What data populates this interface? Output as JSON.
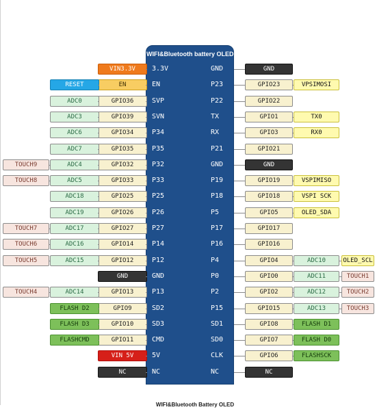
{
  "board": {
    "title": "WIFI&Bluetooth battery OLED",
    "footer": "WIFI&Bluetooth Battery OLED",
    "color": "#1f4f8b"
  },
  "rows": [
    {
      "left_pin": "3.3V",
      "right_pin": "GND",
      "left_tags": [
        {
          "text": "VIN3.3V",
          "kind": "power3"
        }
      ],
      "right_tags": [
        {
          "text": "GND",
          "kind": "dark"
        }
      ]
    },
    {
      "left_pin": "EN",
      "right_pin": "P23",
      "left_tags": [
        {
          "text": "EN",
          "kind": "en"
        },
        {
          "text": "RESET",
          "kind": "reset"
        }
      ],
      "right_tags": [
        {
          "text": "GPIO23",
          "kind": "gpio"
        },
        {
          "text": "VPSIMOSI",
          "kind": "yellow"
        }
      ]
    },
    {
      "left_pin": "SVP",
      "right_pin": "P22",
      "left_tags": [
        {
          "text": "GPIO36",
          "kind": "gpio"
        },
        {
          "text": "ADC0",
          "kind": "adc"
        }
      ],
      "right_tags": [
        {
          "text": "GPIO22",
          "kind": "gpio"
        }
      ]
    },
    {
      "left_pin": "SVN",
      "right_pin": "TX",
      "left_tags": [
        {
          "text": "GPIO39",
          "kind": "gpio"
        },
        {
          "text": "ADC3",
          "kind": "adc"
        }
      ],
      "right_tags": [
        {
          "text": "GPIO1",
          "kind": "gpio"
        },
        {
          "text": "TX0",
          "kind": "yellow"
        }
      ]
    },
    {
      "left_pin": "P34",
      "right_pin": "RX",
      "left_tags": [
        {
          "text": "GPIO34",
          "kind": "gpio"
        },
        {
          "text": "ADC6",
          "kind": "adc"
        }
      ],
      "right_tags": [
        {
          "text": "GPIO3",
          "kind": "gpio"
        },
        {
          "text": "RX0",
          "kind": "yellow"
        }
      ]
    },
    {
      "left_pin": "P35",
      "right_pin": "P21",
      "left_tags": [
        {
          "text": "GPIO35",
          "kind": "gpio"
        },
        {
          "text": "ADC7",
          "kind": "adc"
        }
      ],
      "right_tags": [
        {
          "text": "GPIO21",
          "kind": "gpio"
        }
      ]
    },
    {
      "left_pin": "P32",
      "right_pin": "GND",
      "left_tags": [
        {
          "text": "GPIO32",
          "kind": "gpio"
        },
        {
          "text": "ADC4",
          "kind": "adc"
        },
        {
          "text": "TOUCH9",
          "kind": "touch"
        }
      ],
      "right_tags": [
        {
          "text": "GND",
          "kind": "dark"
        }
      ]
    },
    {
      "left_pin": "P33",
      "right_pin": "P19",
      "left_tags": [
        {
          "text": "GPIO33",
          "kind": "gpio"
        },
        {
          "text": "ADC5",
          "kind": "adc"
        },
        {
          "text": "TOUCH8",
          "kind": "touch"
        }
      ],
      "right_tags": [
        {
          "text": "GPIO19",
          "kind": "gpio"
        },
        {
          "text": "VSPIMISO",
          "kind": "yellow"
        }
      ]
    },
    {
      "left_pin": "P25",
      "right_pin": "P18",
      "left_tags": [
        {
          "text": "GPIO25",
          "kind": "gpio"
        },
        {
          "text": "ADC18",
          "kind": "adc"
        }
      ],
      "right_tags": [
        {
          "text": "GPIO18",
          "kind": "gpio"
        },
        {
          "text": "VSPI SCK",
          "kind": "yellow"
        }
      ]
    },
    {
      "left_pin": "P26",
      "right_pin": "P5",
      "left_tags": [
        {
          "text": "GPIO26",
          "kind": "gpio"
        },
        {
          "text": "ADC19",
          "kind": "adc"
        }
      ],
      "right_tags": [
        {
          "text": "GPIO5",
          "kind": "gpio"
        },
        {
          "text": "OLED_SDA",
          "kind": "yellow"
        }
      ]
    },
    {
      "left_pin": "P27",
      "right_pin": "P17",
      "left_tags": [
        {
          "text": "GPIO27",
          "kind": "gpio"
        },
        {
          "text": "ADC17",
          "kind": "adc"
        },
        {
          "text": "TOUCH7",
          "kind": "touch"
        }
      ],
      "right_tags": [
        {
          "text": "GPIO17",
          "kind": "gpio"
        }
      ]
    },
    {
      "left_pin": "P14",
      "right_pin": "P16",
      "left_tags": [
        {
          "text": "GPIO14",
          "kind": "gpio"
        },
        {
          "text": "ADC16",
          "kind": "adc"
        },
        {
          "text": "TOUCH6",
          "kind": "touch"
        }
      ],
      "right_tags": [
        {
          "text": "GPIO16",
          "kind": "gpio"
        }
      ]
    },
    {
      "left_pin": "P12",
      "right_pin": "P4",
      "left_tags": [
        {
          "text": "GPIO12",
          "kind": "gpio"
        },
        {
          "text": "ADC15",
          "kind": "adc"
        },
        {
          "text": "TOUCH5",
          "kind": "touch"
        }
      ],
      "right_tags": [
        {
          "text": "GPIO4",
          "kind": "gpio"
        },
        {
          "text": "ADC10",
          "kind": "adc"
        },
        {
          "text": "OLED_SCL",
          "kind": "yellow"
        }
      ]
    },
    {
      "left_pin": "GND",
      "right_pin": "P0",
      "left_tags": [
        {
          "text": "GND",
          "kind": "dark"
        }
      ],
      "right_tags": [
        {
          "text": "GPIO0",
          "kind": "gpio"
        },
        {
          "text": "ADC11",
          "kind": "adc"
        },
        {
          "text": "TOUCH1",
          "kind": "touch"
        }
      ]
    },
    {
      "left_pin": "P13",
      "right_pin": "P2",
      "left_tags": [
        {
          "text": "GPIO13",
          "kind": "gpio"
        },
        {
          "text": "ADC14",
          "kind": "adc"
        },
        {
          "text": "TOUCH4",
          "kind": "touch"
        }
      ],
      "right_tags": [
        {
          "text": "GPIO2",
          "kind": "gpio"
        },
        {
          "text": "ADC12",
          "kind": "adc"
        },
        {
          "text": "TOUCH2",
          "kind": "touch"
        }
      ]
    },
    {
      "left_pin": "SD2",
      "right_pin": "P15",
      "left_tags": [
        {
          "text": "GPIO9",
          "kind": "gpio"
        },
        {
          "text": "FLASH D2",
          "kind": "flash"
        }
      ],
      "right_tags": [
        {
          "text": "GPIO15",
          "kind": "gpio"
        },
        {
          "text": "ADC13",
          "kind": "adc"
        },
        {
          "text": "TOUCH3",
          "kind": "touch"
        }
      ]
    },
    {
      "left_pin": "SD3",
      "right_pin": "SD1",
      "left_tags": [
        {
          "text": "GPIO10",
          "kind": "gpio"
        },
        {
          "text": "FLASH D3",
          "kind": "flash"
        }
      ],
      "right_tags": [
        {
          "text": "GPIO8",
          "kind": "gpio"
        },
        {
          "text": "FLASH D1",
          "kind": "flash"
        }
      ]
    },
    {
      "left_pin": "CMD",
      "right_pin": "SD0",
      "left_tags": [
        {
          "text": "GPIO11",
          "kind": "gpio"
        },
        {
          "text": "FLASHCMD",
          "kind": "flash"
        }
      ],
      "right_tags": [
        {
          "text": "GPIO7",
          "kind": "gpio"
        },
        {
          "text": "FLASH D0",
          "kind": "flash"
        }
      ]
    },
    {
      "left_pin": "5V",
      "right_pin": "CLK",
      "left_tags": [
        {
          "text": "VIN 5V",
          "kind": "vin5"
        }
      ],
      "right_tags": [
        {
          "text": "GPIO6",
          "kind": "gpio"
        },
        {
          "text": "FLASHSCK",
          "kind": "flash"
        }
      ]
    },
    {
      "left_pin": "NC",
      "right_pin": "NC",
      "left_tags": [
        {
          "text": "NC",
          "kind": "dark"
        }
      ],
      "right_tags": [
        {
          "text": "NC",
          "kind": "dark"
        }
      ]
    }
  ]
}
